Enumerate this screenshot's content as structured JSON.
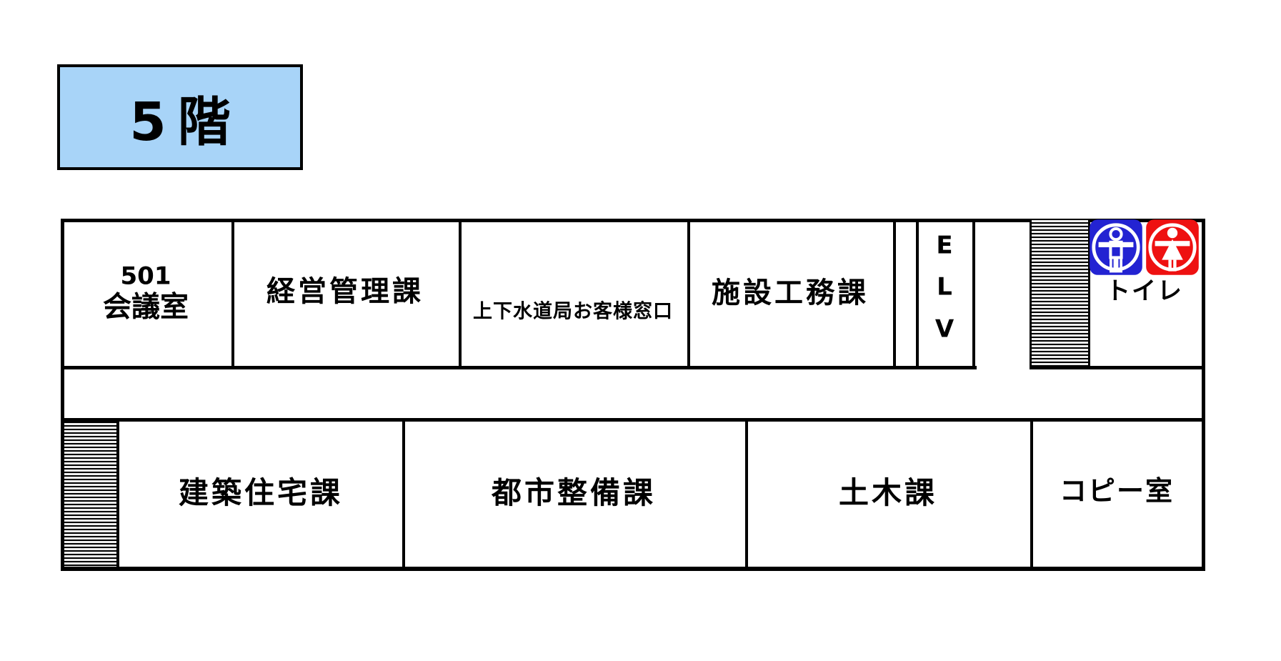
{
  "floor_title": "5階",
  "colors": {
    "title_box_bg": "#a8d4f8",
    "male_icon_bg": "#2323d2",
    "female_icon_bg": "#ee1111",
    "wall": "#000000"
  },
  "top_row": {
    "room_501_line1": "501",
    "room_501_line2": "会議室",
    "management_division": "経営管理課",
    "waterworks_counter": "上下水道局お客様窓口",
    "facilities_division": "施設工務課",
    "elevator_letters": [
      "E",
      "L",
      "V"
    ],
    "toilet_label": "トイレ"
  },
  "bottom_row": {
    "building_housing_division": "建築住宅課",
    "urban_development_division": "都市整備課",
    "civil_engineering_division": "土木課",
    "copy_room": "コピー室"
  }
}
